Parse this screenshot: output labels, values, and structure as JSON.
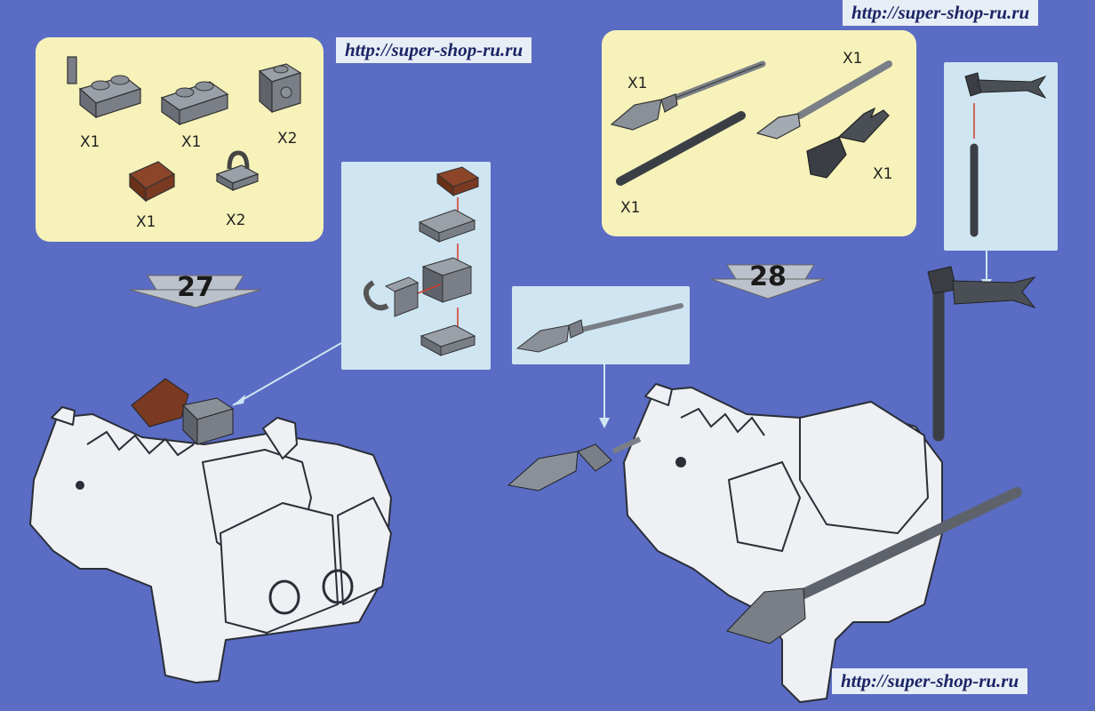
{
  "watermarks": {
    "top_right": "http://super-shop-ru.ru",
    "top_center": "http://super-shop-ru.ru",
    "bottom_right": "http://super-shop-ru.ru"
  },
  "step27": {
    "number": "27",
    "parts": [
      {
        "name": "lever-plate",
        "qty": "X1"
      },
      {
        "name": "plate-1x2",
        "qty": "X1"
      },
      {
        "name": "brick-with-stud",
        "qty": "X2"
      },
      {
        "name": "slope-brown",
        "qty": "X1"
      },
      {
        "name": "clip-tile",
        "qty": "X2"
      }
    ]
  },
  "step28": {
    "number": "28",
    "parts": [
      {
        "name": "spear",
        "qty": "X1"
      },
      {
        "name": "lance",
        "qty": "X1"
      },
      {
        "name": "bar",
        "qty": "X1"
      },
      {
        "name": "flag-holder",
        "qty": "X1"
      }
    ]
  },
  "colors": {
    "background": "#5a6cc4",
    "panel_yellow": "#f6f2ba",
    "panel_blue": "#cfe6f2",
    "part_gray": "#7a7f87",
    "part_dark": "#3b3f45",
    "part_brown": "#7a3a22",
    "horse_white": "#eef0f4",
    "arrow_red": "#d23a2a"
  }
}
